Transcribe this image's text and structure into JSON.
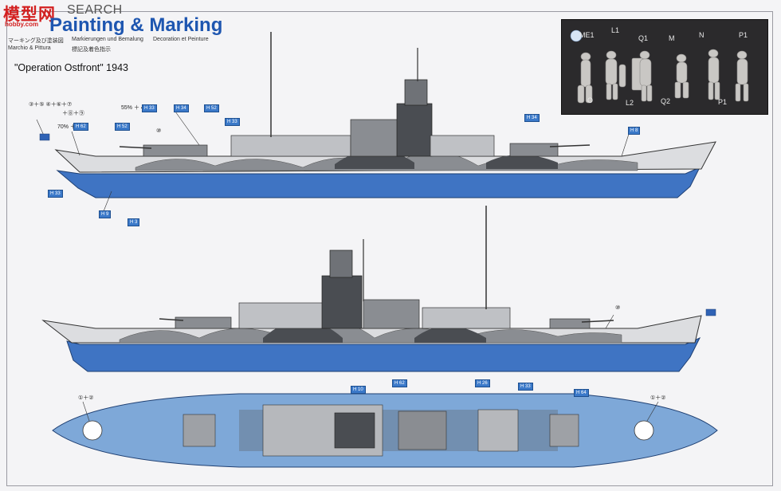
{
  "header": {
    "watermark_text": "模型网",
    "watermark_url": "hobby.com",
    "search_label": "SEARCH",
    "title": "Painting & Marking"
  },
  "subtitles": {
    "jp": "マーキング及び塗装図",
    "de": "Markierungen und Bemalung",
    "fr": "Decoration et Peinture",
    "it": "Marchio & Pittura",
    "cn": "標記及着色指示"
  },
  "operation_caption": "\"Operation Ostfront\" 1943",
  "notes": {
    "flag_steps": "③＋⑤  ④＋⑥＋⑦",
    "flag_steps_2": "＋⑧＋⑨",
    "mix_1": "55% ＋ 45%",
    "mix_2": "70% ＋ 30%",
    "decal_10": "⑩",
    "decal_10b": "⑩",
    "deck_left": "①＋②",
    "deck_right": "①＋②"
  },
  "decals": [
    "H 33",
    "H 34",
    "H 52",
    "H 62",
    "H 52",
    "H 33",
    "H 34",
    "H 9",
    "H 3",
    "H 33",
    "H 8",
    "H 62",
    "H 26",
    "H 33",
    "H 64",
    "H 10"
  ],
  "figures": {
    "labels": [
      "ME1",
      "L1",
      "Q1",
      "M",
      "N",
      "P1",
      "O",
      "L2",
      "Q2",
      "P1"
    ]
  },
  "colors": {
    "hull_blue": "#3f74c3",
    "deck_blue": "#7ea8d8",
    "camo_dark": "#4a4d52",
    "camo_mid": "#8a8d92",
    "camo_light": "#d9dadd",
    "accent": "#1e56b0"
  }
}
